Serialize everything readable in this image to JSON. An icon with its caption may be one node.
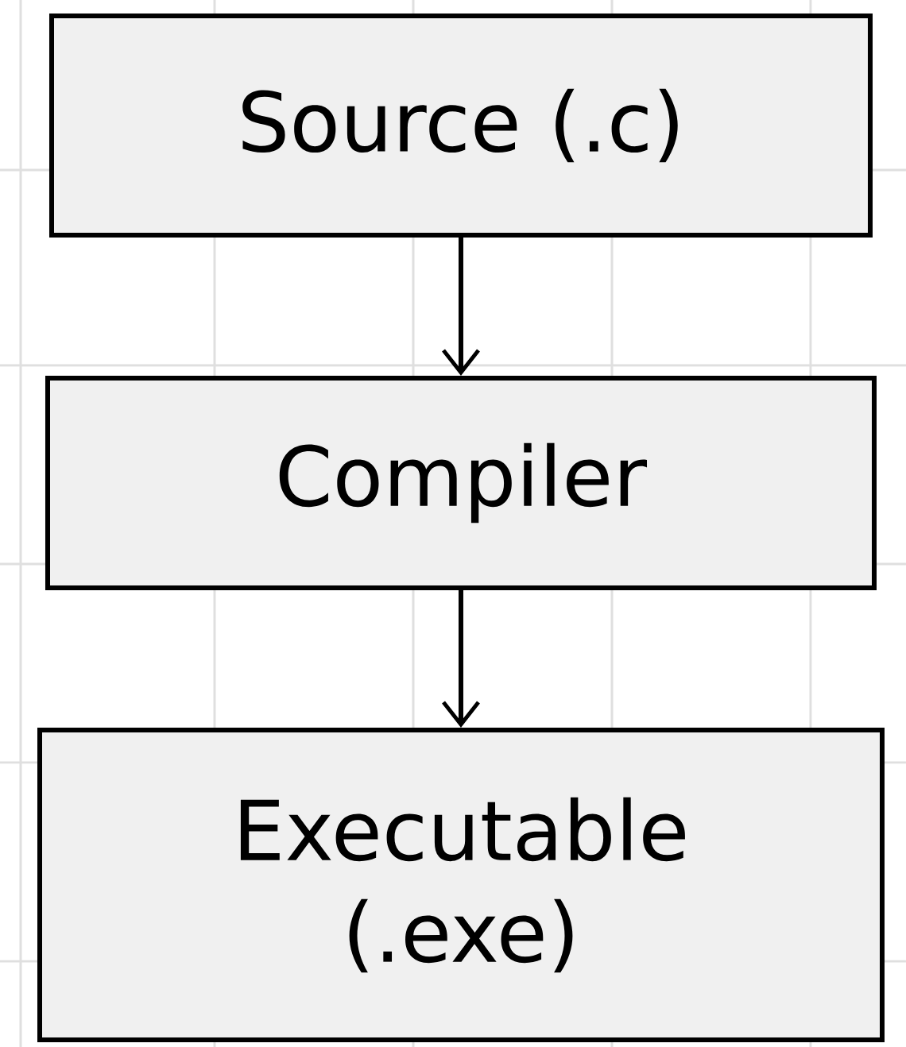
{
  "diagram": {
    "nodes": [
      {
        "text": [
          "Source (.c)"
        ]
      },
      {
        "text": [
          "Compiler"
        ]
      },
      {
        "text": [
          "Executable (.exe)"
        ]
      }
    ],
    "edges": [
      {
        "from": 0,
        "to": 1,
        "arrow": "to"
      },
      {
        "from": 1,
        "to": 2,
        "arrow": "to"
      }
    ]
  }
}
